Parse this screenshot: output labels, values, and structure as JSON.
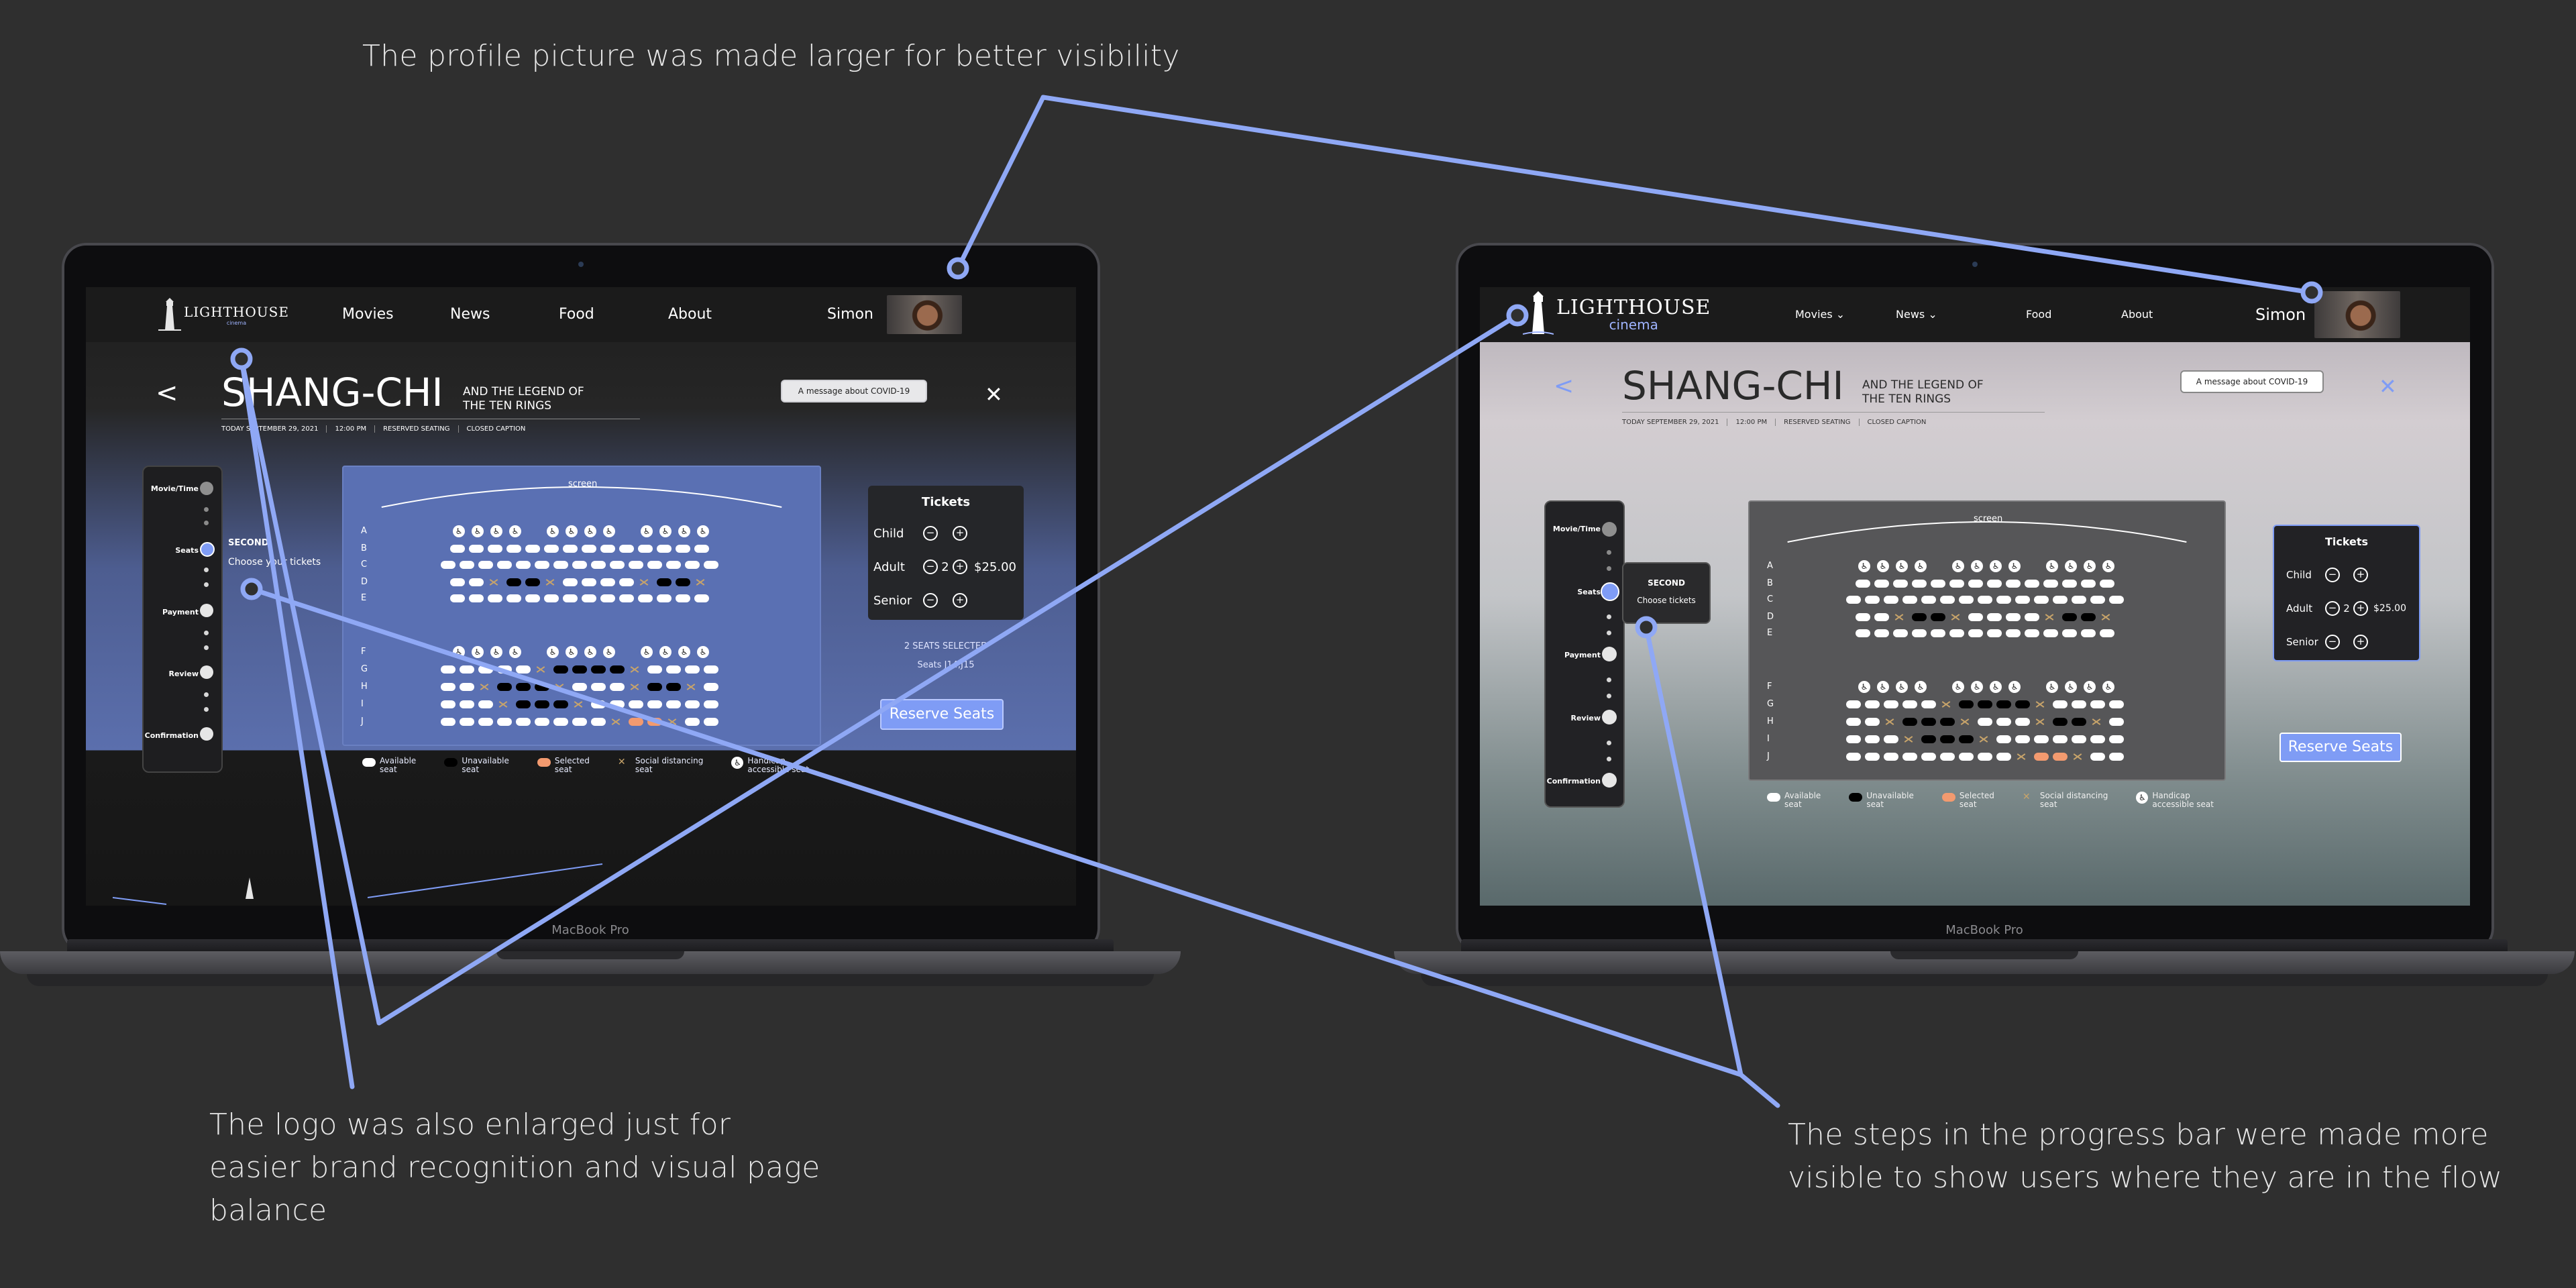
{
  "annotations": {
    "top": "The profile picture was made larger for better visibility",
    "left": "The logo was also enlarged just for easier brand recognition and visual page balance",
    "right": "The steps in the progress bar were made more visible to show users where they are in the flow"
  },
  "device_label": "MacBook Pro",
  "brand": {
    "name": "LIGHTHOUSE",
    "tagline": "cinema"
  },
  "nav": {
    "old": [
      "Movies",
      "News",
      "Food",
      "About"
    ],
    "new": [
      "Movies ⌄",
      "News ⌄",
      "Food",
      "About"
    ],
    "user": "Simon"
  },
  "movie": {
    "title": "SHANG-CHI",
    "subtitle_1": "AND THE LEGEND OF",
    "subtitle_2": "THE TEN RINGS",
    "meta": [
      "TODAY SEPTEMBER 29, 2021",
      "12:00 PM",
      "RESERVED SEATING",
      "CLOSED CAPTION"
    ],
    "covid": "A message about COVID-19"
  },
  "steps": [
    "Movie/Time",
    "Seats",
    "Payment",
    "Review",
    "Confirmation"
  ],
  "current_step": {
    "old_title": "SECOND:",
    "old_text": "Choose your tickets",
    "new_title": "SECOND",
    "new_text": "Choose tickets"
  },
  "screen_label": "screen",
  "rows": [
    "A",
    "B",
    "C",
    "D",
    "E",
    "F",
    "G",
    "H",
    "I",
    "J"
  ],
  "legend": [
    {
      "l1": "Available",
      "l2": "seat",
      "color": "#ffffff",
      "kind": "dot"
    },
    {
      "l1": "Unavailable",
      "l2": "seat",
      "color": "#000000",
      "kind": "dot"
    },
    {
      "l1": "Selected",
      "l2": "seat",
      "color": "#f39a6f",
      "kind": "dot"
    },
    {
      "l1": "Social distancing",
      "l2": "seat",
      "color": "#c8a46a",
      "kind": "x"
    },
    {
      "l1": "Handicap",
      "l2": "accessible seat",
      "color": "#ffffff",
      "kind": "hc"
    }
  ],
  "tickets": {
    "title": "Tickets",
    "child": "Child",
    "adult": "Adult",
    "senior": "Senior",
    "adult_count": "2",
    "price": "$25.00",
    "minus": "−",
    "plus": "+"
  },
  "selection": {
    "count_text": "2 SEATS SELECTED",
    "seats_text": "Seats J14,J15"
  },
  "reserve_label": "Reserve Seats",
  "icons": {
    "back": "<",
    "close": "✕",
    "handicap": "♿"
  },
  "colors": {
    "accent": "#7f9cf5",
    "selected": "#f39a6f",
    "distancing": "#c8a46a",
    "background": "#2f2f2f"
  }
}
